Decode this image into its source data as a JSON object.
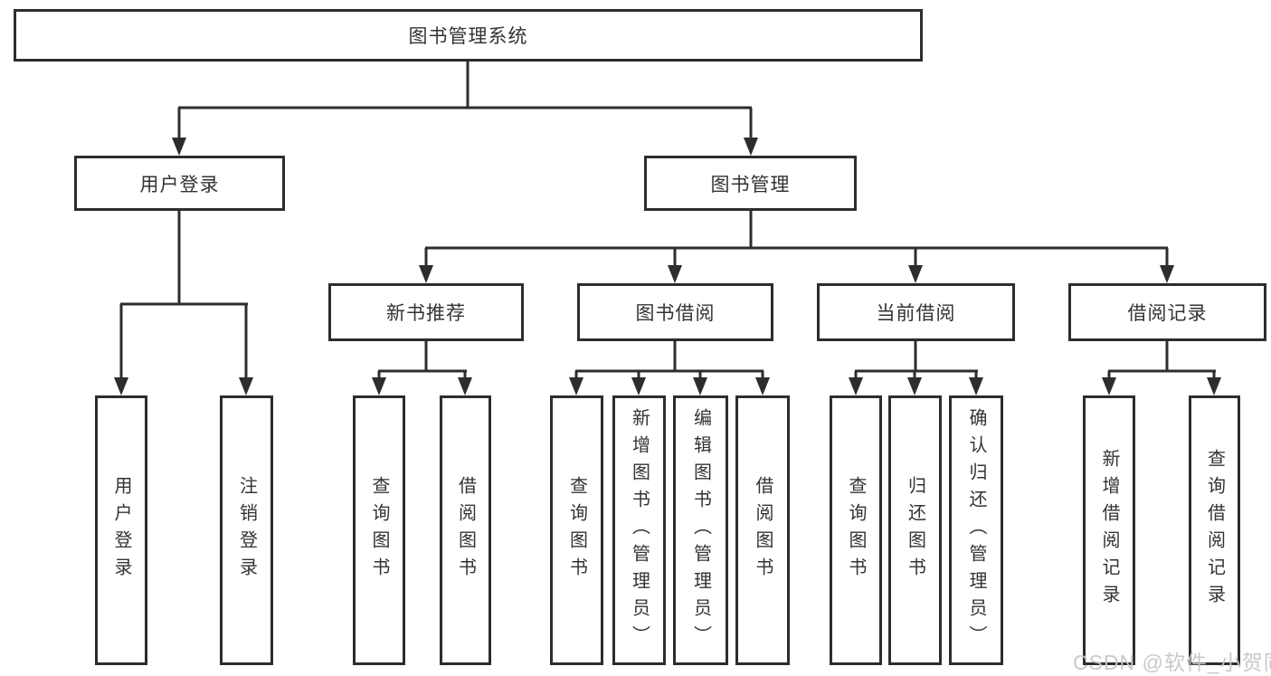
{
  "diagram": {
    "title_node": {
      "label": "图书管理系统"
    },
    "level2": [
      {
        "label": "用户登录"
      },
      {
        "label": "图书管理"
      }
    ],
    "level3": [
      {
        "label": "新书推荐"
      },
      {
        "label": "图书借阅"
      },
      {
        "label": "当前借阅"
      },
      {
        "label": "借阅记录"
      }
    ],
    "leaves": {
      "user_login": [
        "用户登录",
        "注销登录"
      ],
      "new_book": [
        "查询图书",
        "借阅图书"
      ],
      "book_borrow": [
        "查询图书",
        "新增图书（管理员）",
        "编辑图书（管理员）",
        "借阅图书"
      ],
      "current_borrow": [
        "查询图书",
        "归还图书",
        "确认归还（管理员）"
      ],
      "borrow_record": [
        "新增借阅记录",
        "查询借阅记录"
      ]
    }
  },
  "watermark": {
    "text": "CSDN @软件_小贺同学"
  },
  "colors": {
    "line": "#2d2d2d",
    "text": "#333333",
    "background": "#ffffff",
    "watermark": "#c6c6c6"
  }
}
